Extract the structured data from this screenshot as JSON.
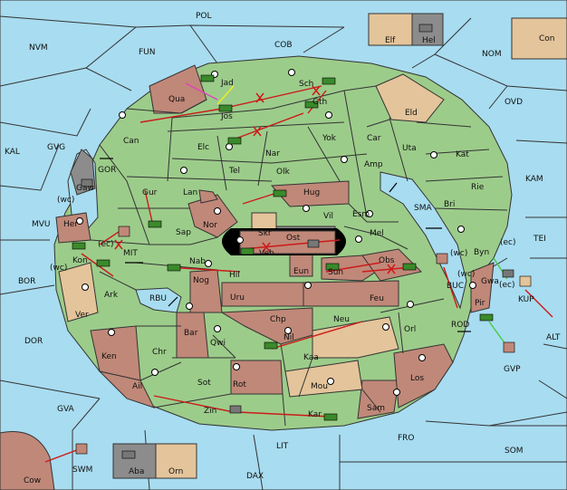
{
  "board": {
    "provinces": [
      {
        "key": "pol",
        "label": "POL"
      },
      {
        "key": "fun",
        "label": "FUN"
      },
      {
        "key": "cob",
        "label": "COB"
      },
      {
        "key": "nvm",
        "label": "NVM"
      },
      {
        "key": "nom",
        "label": "NOM"
      },
      {
        "key": "elf",
        "label": "Elf"
      },
      {
        "key": "hel",
        "label": "Hel"
      },
      {
        "key": "con",
        "label": "Con"
      },
      {
        "key": "ovd",
        "label": "OVD"
      },
      {
        "key": "kal",
        "label": "KAL"
      },
      {
        "key": "gvg",
        "label": "GVG"
      },
      {
        "key": "kam",
        "label": "KAM"
      },
      {
        "key": "gor",
        "label": "GOR"
      },
      {
        "key": "gaw",
        "label": "Gaw"
      },
      {
        "key": "wc1",
        "label": "(wc)"
      },
      {
        "key": "mvu",
        "label": "MVU"
      },
      {
        "key": "her",
        "label": "Her"
      },
      {
        "key": "wc2",
        "label": "(wc)"
      },
      {
        "key": "mit",
        "label": "MIT"
      },
      {
        "key": "ec1",
        "label": "(ec)"
      },
      {
        "key": "kon",
        "label": "Kon"
      },
      {
        "key": "bor",
        "label": "BOR"
      },
      {
        "key": "ark",
        "label": "Ark"
      },
      {
        "key": "ver",
        "label": "Ver"
      },
      {
        "key": "rbu",
        "label": "RBU"
      },
      {
        "key": "dor",
        "label": "DOR"
      },
      {
        "key": "ken",
        "label": "Ken"
      },
      {
        "key": "chr",
        "label": "Chr"
      },
      {
        "key": "ail",
        "label": "Ail"
      },
      {
        "key": "gva",
        "label": "GVA"
      },
      {
        "key": "cow",
        "label": "Cow"
      },
      {
        "key": "swm",
        "label": "SWM"
      },
      {
        "key": "aba",
        "label": "Aba"
      },
      {
        "key": "orn",
        "label": "Orn"
      },
      {
        "key": "lit",
        "label": "LIT"
      },
      {
        "key": "dax",
        "label": "DAX"
      },
      {
        "key": "fro",
        "label": "FRO"
      },
      {
        "key": "som",
        "label": "SOM"
      },
      {
        "key": "alt",
        "label": "ALT"
      },
      {
        "key": "tei",
        "label": "TEI"
      },
      {
        "key": "kup",
        "label": "KUP"
      },
      {
        "key": "gvp",
        "label": "GVP"
      },
      {
        "key": "rod",
        "label": "ROD"
      },
      {
        "key": "buc",
        "label": "BUC"
      },
      {
        "key": "sma",
        "label": "SMA"
      },
      {
        "key": "qua",
        "label": "Qua"
      },
      {
        "key": "jad",
        "label": "Jad"
      },
      {
        "key": "jos",
        "label": "Jos"
      },
      {
        "key": "sch",
        "label": "Sch"
      },
      {
        "key": "gth",
        "label": "Gth"
      },
      {
        "key": "can",
        "label": "Can"
      },
      {
        "key": "elc",
        "label": "Elc"
      },
      {
        "key": "nar",
        "label": "Nar"
      },
      {
        "key": "yok",
        "label": "Yok"
      },
      {
        "key": "car",
        "label": "Car"
      },
      {
        "key": "eld",
        "label": "Eld"
      },
      {
        "key": "uta",
        "label": "Uta"
      },
      {
        "key": "kat",
        "label": "Kat"
      },
      {
        "key": "tel",
        "label": "Tel"
      },
      {
        "key": "olk",
        "label": "Olk"
      },
      {
        "key": "amp",
        "label": "Amp"
      },
      {
        "key": "rie",
        "label": "Rie"
      },
      {
        "key": "gur",
        "label": "Gur"
      },
      {
        "key": "lan",
        "label": "Lan"
      },
      {
        "key": "hug",
        "label": "Hug"
      },
      {
        "key": "bri",
        "label": "Bri"
      },
      {
        "key": "vil",
        "label": "Vil"
      },
      {
        "key": "esm",
        "label": "Esm"
      },
      {
        "key": "nor",
        "label": "Nor"
      },
      {
        "key": "skr",
        "label": "Skr"
      },
      {
        "key": "ost",
        "label": "Ost"
      },
      {
        "key": "sap",
        "label": "Sap"
      },
      {
        "key": "veb",
        "label": "Veb"
      },
      {
        "key": "mel",
        "label": "Mel"
      },
      {
        "key": "byn",
        "label": "Byn"
      },
      {
        "key": "ec2",
        "label": "(ec)"
      },
      {
        "key": "wc3",
        "label": "(wc)"
      },
      {
        "key": "nab",
        "label": "Nab"
      },
      {
        "key": "hil",
        "label": "Hil"
      },
      {
        "key": "eun",
        "label": "Eun"
      },
      {
        "key": "sun",
        "label": "Sun"
      },
      {
        "key": "obs",
        "label": "Obs"
      },
      {
        "key": "wc4",
        "label": "(wc)"
      },
      {
        "key": "gwa",
        "label": "Gwa"
      },
      {
        "key": "ec3",
        "label": "(ec)"
      },
      {
        "key": "nog",
        "label": "Nog"
      },
      {
        "key": "uru",
        "label": "Uru"
      },
      {
        "key": "feu",
        "label": "Feu"
      },
      {
        "key": "pir",
        "label": "Pir"
      },
      {
        "key": "chp",
        "label": "Chp"
      },
      {
        "key": "neu",
        "label": "Neu"
      },
      {
        "key": "orl",
        "label": "Orl"
      },
      {
        "key": "bar",
        "label": "Bar"
      },
      {
        "key": "qwi",
        "label": "Qwi"
      },
      {
        "key": "nil",
        "label": "Nil"
      },
      {
        "key": "kaa",
        "label": "Kaa"
      },
      {
        "key": "sot",
        "label": "Sot"
      },
      {
        "key": "rot",
        "label": "Rot"
      },
      {
        "key": "mou",
        "label": "Mou"
      },
      {
        "key": "los",
        "label": "Los"
      },
      {
        "key": "zin",
        "label": "Zin"
      },
      {
        "key": "kar",
        "label": "Kar"
      },
      {
        "key": "sam",
        "label": "Sam"
      }
    ],
    "colors": {
      "sea": "#a8dcf0",
      "green": "#9ccc8a",
      "brown": "#c08878",
      "tan": "#e4c49a",
      "gray": "#8c8c8c",
      "move": "#cc1a1a",
      "support_yellow": "#eeee22",
      "support_magenta": "#dd44bb",
      "support_green": "#44cc44"
    }
  }
}
